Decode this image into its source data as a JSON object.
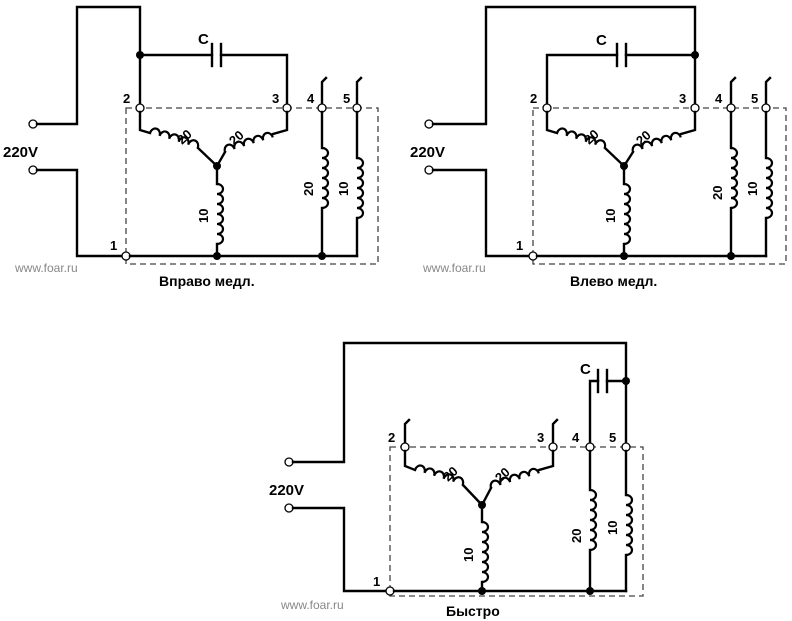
{
  "diagrams": [
    {
      "caption": "Вправо медл.",
      "watermark": "www.foar.ru",
      "voltage": "220V",
      "capacitor_label": "C",
      "terminals": [
        "1",
        "2",
        "3",
        "4",
        "5"
      ],
      "windings": {
        "a": "20",
        "b": "20",
        "c": "10",
        "d": "20",
        "e": "10"
      }
    },
    {
      "caption": "Влево медл.",
      "watermark": "www.foar.ru",
      "voltage": "220V",
      "capacitor_label": "C",
      "terminals": [
        "1",
        "2",
        "3",
        "4",
        "5"
      ],
      "windings": {
        "a": "20",
        "b": "20",
        "c": "10",
        "d": "20",
        "e": "10"
      }
    },
    {
      "caption": "Быстро",
      "watermark": "www.foar.ru",
      "voltage": "220V",
      "capacitor_label": "C",
      "terminals": [
        "1",
        "2",
        "3",
        "4",
        "5"
      ],
      "windings": {
        "a": "20",
        "b": "20",
        "c": "10",
        "d": "20",
        "e": "10"
      }
    }
  ]
}
